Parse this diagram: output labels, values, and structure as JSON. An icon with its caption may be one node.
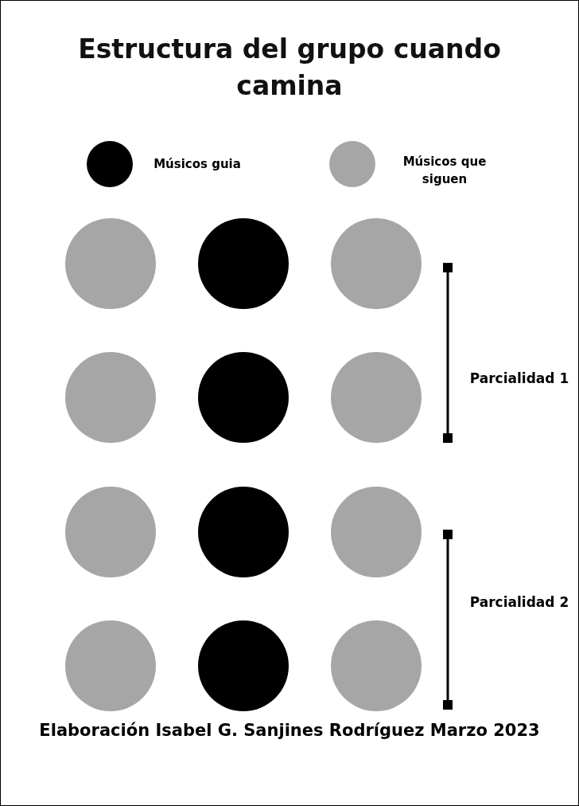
{
  "diagram": {
    "title": "Estructura del grupo cuando camina",
    "caption": "Elaboración Isabel G. Sanjines Rodríguez Marzo 2023",
    "nodes": [
      {
        "text": [],
        "shape": "circle"
      },
      {
        "text": [],
        "shape": "circle"
      },
      {
        "text": [],
        "shape": "circle"
      },
      {
        "text": [],
        "shape": "circle"
      },
      {
        "text": [],
        "shape": "circle"
      },
      {
        "text": [],
        "shape": "circle"
      },
      {
        "text": [],
        "shape": "circle"
      },
      {
        "text": [],
        "shape": "circle"
      },
      {
        "text": [],
        "shape": "circle"
      },
      {
        "text": [],
        "shape": "circle"
      },
      {
        "text": [],
        "shape": "circle"
      },
      {
        "text": [],
        "shape": "circle"
      }
    ],
    "labels": [
      "Parcialidad 1",
      "Parcialidad 2"
    ],
    "legend": [
      {
        "text": "Músicos guia",
        "color": "#000000"
      },
      {
        "text": "Músicos que siguen",
        "color": "#a6a6a6"
      }
    ]
  }
}
